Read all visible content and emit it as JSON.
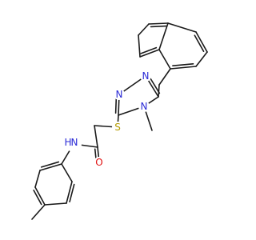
{
  "molecule": {
    "labels": {
      "n1": "N",
      "n2": "N",
      "n4": "N",
      "s": "S",
      "nh": "N",
      "h": "H",
      "o": "O"
    },
    "colors": {
      "bond": "#1a1a1a",
      "nitrogen": "#2b2bd6",
      "sulfur": "#b39b00",
      "oxygen": "#e01010",
      "background": "#ffffff"
    }
  }
}
